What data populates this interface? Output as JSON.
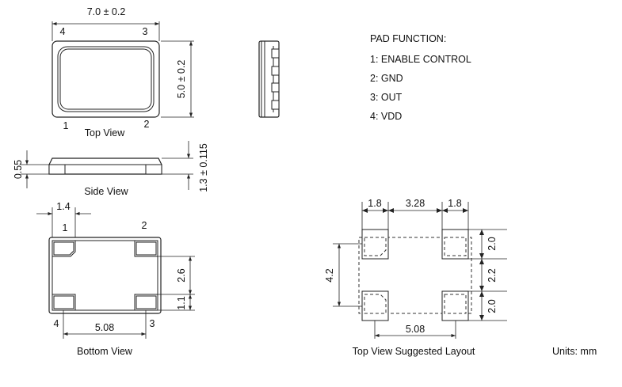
{
  "top_view": {
    "width_dim": "7.0 ± 0.2",
    "height_dim": "5.0 ± 0.2",
    "pin1": "1",
    "pin2": "2",
    "pin3": "3",
    "pin4": "4",
    "caption": "Top View"
  },
  "side_view": {
    "left_dim": "0.55",
    "right_dim": "1.3 ± 0.115",
    "caption": "Side View"
  },
  "bottom_view": {
    "top_dim": "1.4",
    "right_dim_upper": "2.6",
    "right_dim_lower": "1.1",
    "bottom_dim": "5.08",
    "pin1": "1",
    "pin2": "2",
    "pin3": "3",
    "pin4": "4",
    "caption": "Bottom View"
  },
  "pad_function": {
    "title": "PAD FUNCTION:",
    "items": [
      "1: ENABLE CONTROL",
      "2: GND",
      "3: OUT",
      "4: VDD"
    ]
  },
  "layout": {
    "dim_left_pad": "1.8",
    "dim_gap": "3.28",
    "dim_right_pad": "1.8",
    "dim_right_top": "2.0",
    "dim_right_mid": "2.2",
    "dim_right_bottom": "2.0",
    "dim_left": "4.2",
    "dim_bottom": "5.08",
    "caption": "Top View Suggested Layout"
  },
  "units": "Units: mm"
}
